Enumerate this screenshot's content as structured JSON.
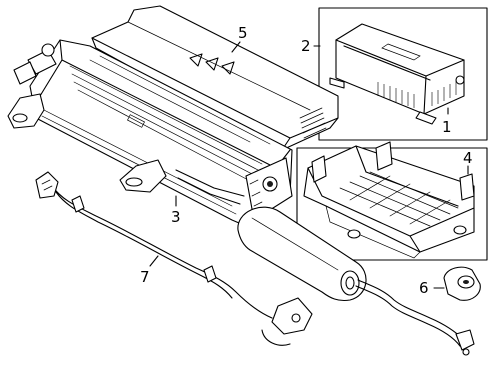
{
  "callouts": [
    {
      "id": "c1",
      "text": "1"
    },
    {
      "id": "c2",
      "text": "2"
    },
    {
      "id": "c3",
      "text": "3"
    },
    {
      "id": "c4",
      "text": "4"
    },
    {
      "id": "c5",
      "text": "5"
    },
    {
      "id": "c6",
      "text": "6"
    },
    {
      "id": "c7",
      "text": "7"
    }
  ]
}
